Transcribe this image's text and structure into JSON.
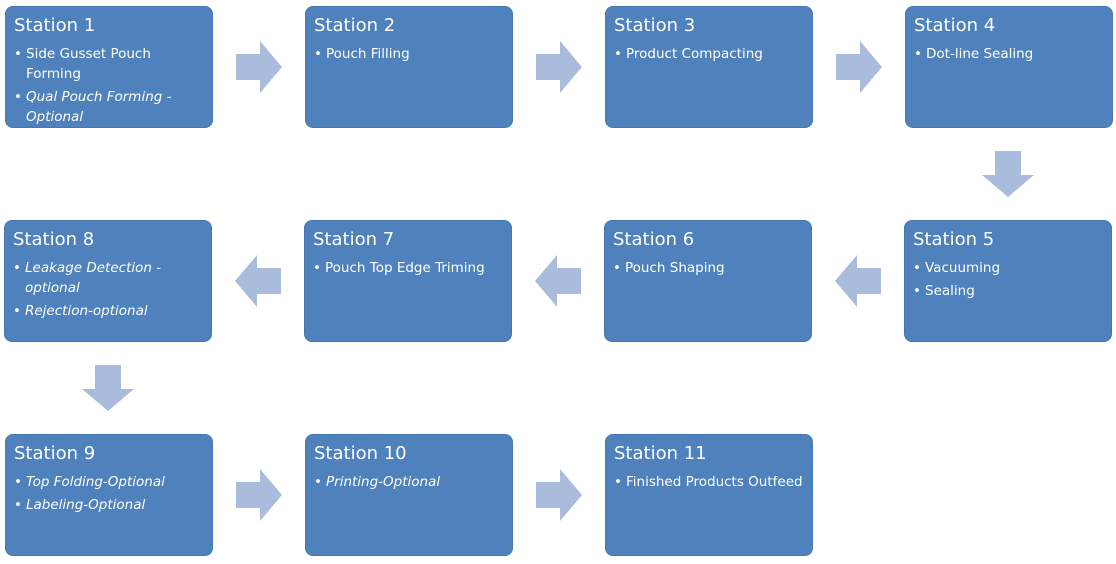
{
  "colors": {
    "box": "#4f81bd",
    "arrow": "#a9bcdb",
    "text": "#ffffff"
  },
  "stations": [
    {
      "title": "Station 1",
      "items": [
        {
          "text": "Side Gusset Pouch Forming",
          "italic": false
        },
        {
          "text": "Qual Pouch Forming - Optional",
          "italic": true
        }
      ]
    },
    {
      "title": "Station 2",
      "items": [
        {
          "text": "Pouch Filling",
          "italic": false
        }
      ]
    },
    {
      "title": "Station 3",
      "items": [
        {
          "text": "Product Compacting",
          "italic": false
        }
      ]
    },
    {
      "title": "Station 4",
      "items": [
        {
          "text": "Dot-line Sealing",
          "italic": false
        }
      ]
    },
    {
      "title": "Station 5",
      "items": [
        {
          "text": "Vacuuming",
          "italic": false
        },
        {
          "text": "Sealing",
          "italic": false
        }
      ]
    },
    {
      "title": "Station 6",
      "items": [
        {
          "text": "Pouch Shaping",
          "italic": false
        }
      ]
    },
    {
      "title": "Station 7",
      "items": [
        {
          "text": "Pouch Top Edge Triming",
          "italic": false
        }
      ]
    },
    {
      "title": "Station 8",
      "items": [
        {
          "text": "Leakage Detection - optional",
          "italic": true
        },
        {
          "text": "Rejection-optional",
          "italic": true
        }
      ]
    },
    {
      "title": "Station 9",
      "items": [
        {
          "text": "Top Folding-Optional",
          "italic": true
        },
        {
          "text": "Labeling-Optional",
          "italic": true
        }
      ]
    },
    {
      "title": "Station 10",
      "items": [
        {
          "text": "Printing-Optional",
          "italic": true
        }
      ]
    },
    {
      "title": "Station 11",
      "items": [
        {
          "text": "Finished Products Outfeed",
          "italic": false
        }
      ]
    }
  ]
}
